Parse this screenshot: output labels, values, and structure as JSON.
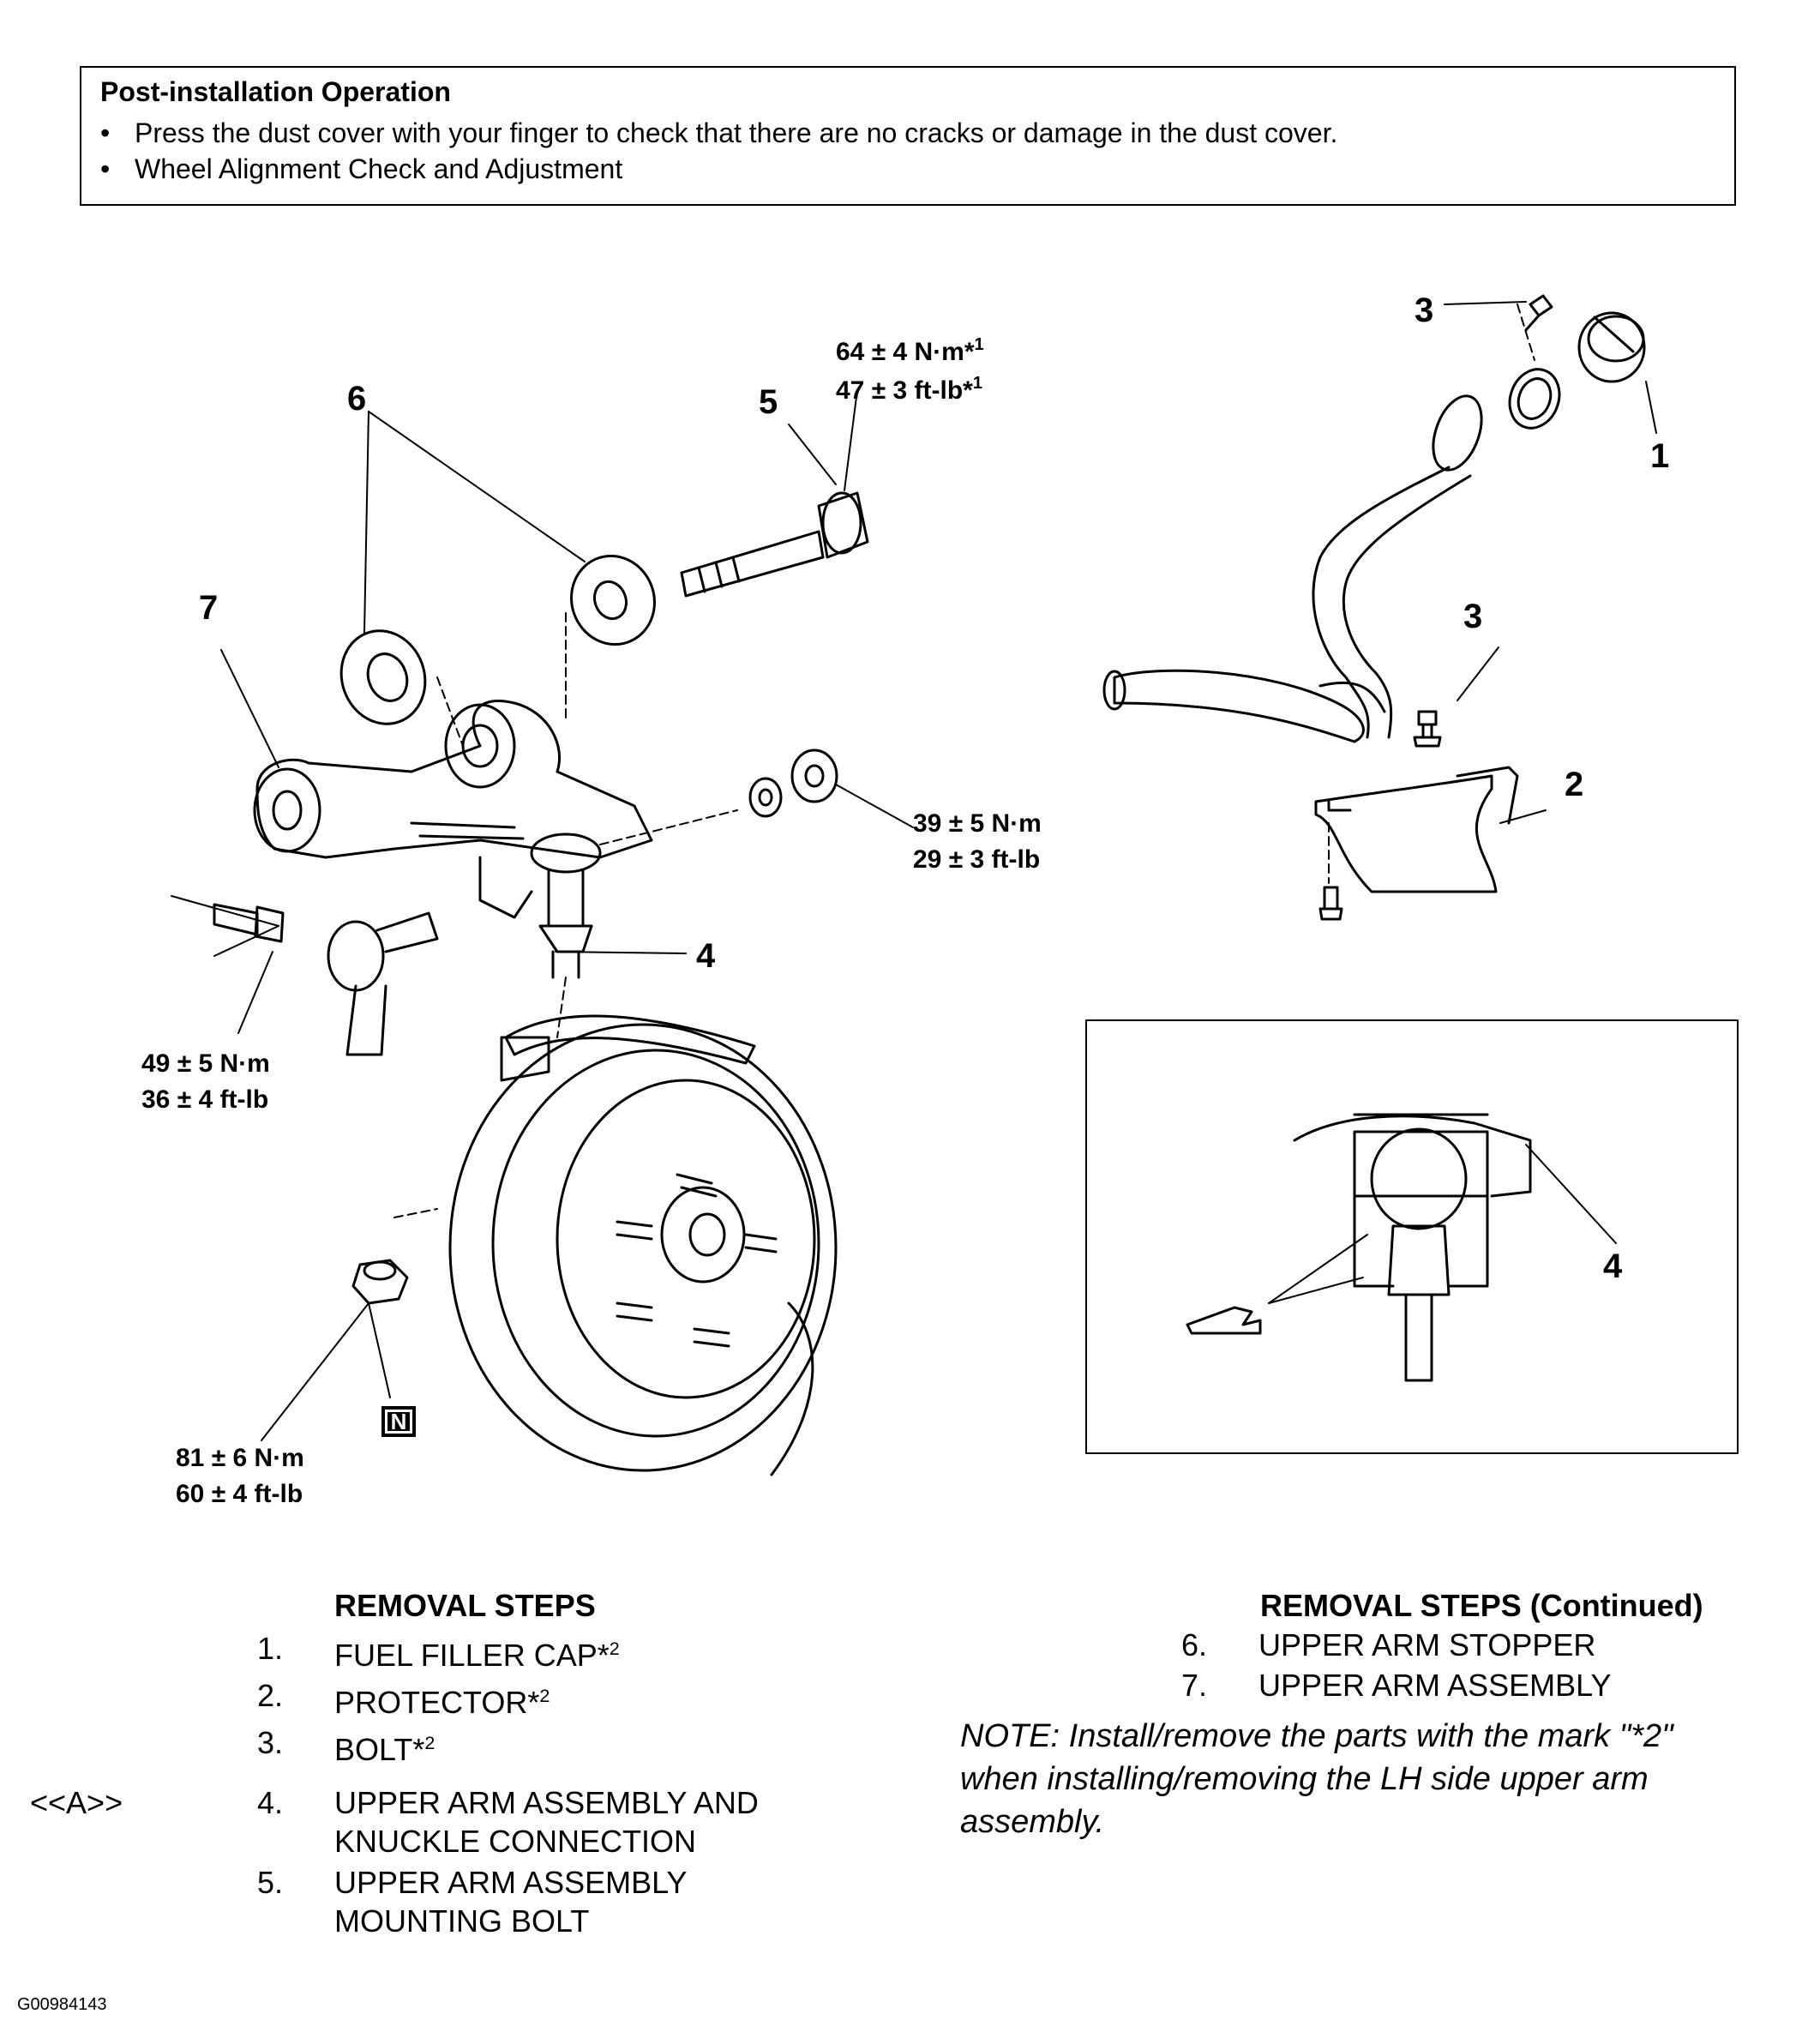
{
  "post_installation": {
    "title": "Post-installation Operation",
    "items": [
      "Press the dust cover with your finger to check that there are no cracks or damage in the dust cover.",
      "Wheel Alignment Check and Adjustment"
    ]
  },
  "callouts": {
    "c1": "1",
    "c2": "2",
    "c3a": "3",
    "c3b": "3",
    "c4a": "4",
    "c4b": "4",
    "c5": "5",
    "c6": "6",
    "c7": "7"
  },
  "torque": {
    "t5_nm": "64 ± 4 N·m*",
    "t5_nm_sup": "1",
    "t5_ft": "47 ± 3 ft-lb*",
    "t5_ft_sup": "1",
    "t39_nm": "39 ± 5 N·m",
    "t39_ft": "29 ± 3 ft-lb",
    "t49_nm": "49 ± 5 N·m",
    "t49_ft": "36 ± 4 ft-lb",
    "t81_nm": "81 ± 6 N·m",
    "t81_ft": "60 ± 4 ft-lb"
  },
  "mark_n": "N",
  "removal": {
    "heading": "REMOVAL STEPS",
    "service_mark": "<<A>>",
    "steps": [
      {
        "num": "1.",
        "text": "FUEL FILLER CAP*",
        "sup": "2"
      },
      {
        "num": "2.",
        "text": "PROTECTOR*",
        "sup": "2"
      },
      {
        "num": "3.",
        "text": "BOLT*",
        "sup": "2"
      },
      {
        "num": "4.",
        "text": "UPPER ARM ASSEMBLY AND",
        "text2": "KNUCKLE CONNECTION"
      },
      {
        "num": "5.",
        "text": "UPPER ARM ASSEMBLY",
        "text2": "MOUNTING BOLT"
      }
    ]
  },
  "removal_continued": {
    "heading": "REMOVAL STEPS (Continued)",
    "steps": [
      {
        "num": "6.",
        "text": "UPPER ARM STOPPER"
      },
      {
        "num": "7.",
        "text": "UPPER ARM ASSEMBLY"
      }
    ]
  },
  "note": {
    "line1": "NOTE: Install/remove the parts with the mark \"*2\"",
    "line2": "when installing/removing the LH side upper arm",
    "line3": "assembly."
  },
  "figure_id": "G00984143"
}
